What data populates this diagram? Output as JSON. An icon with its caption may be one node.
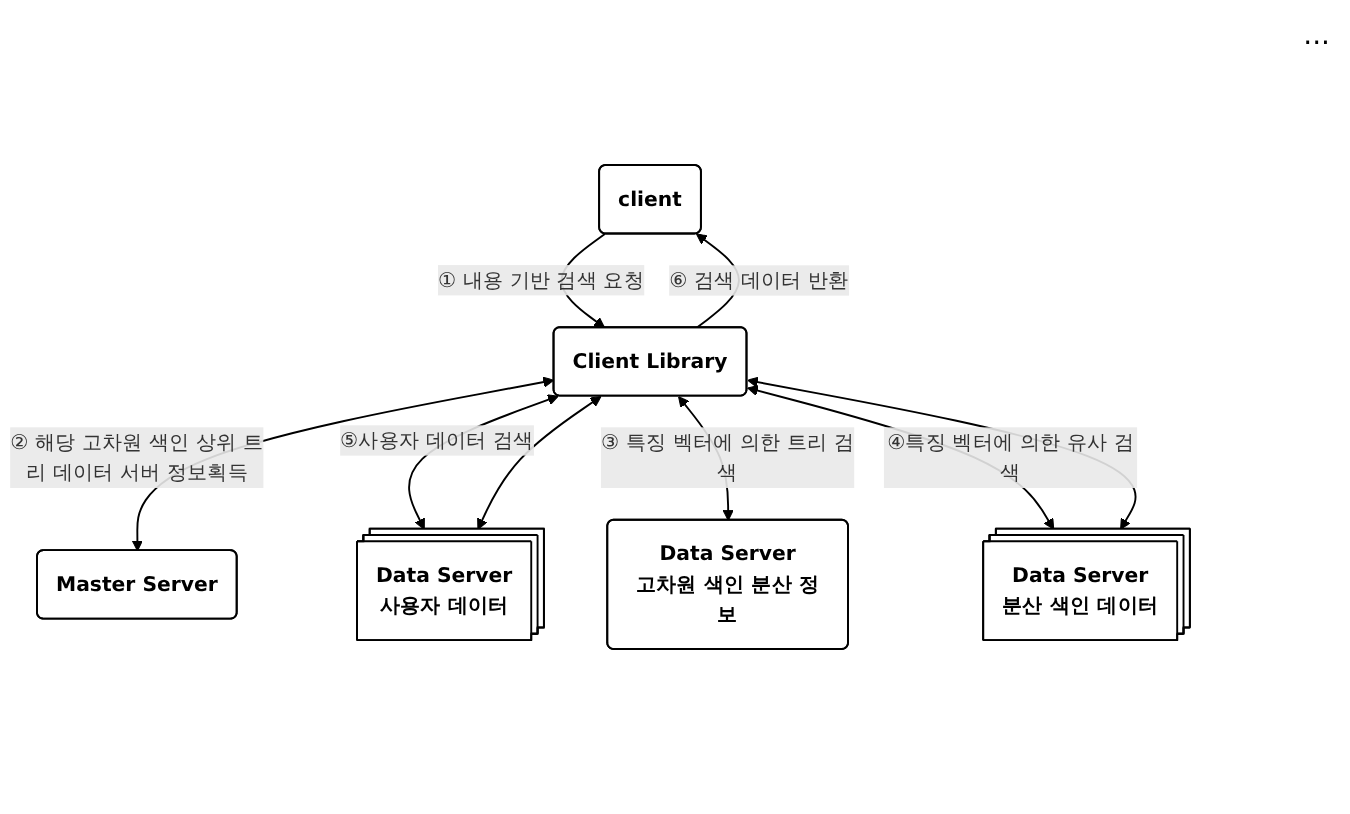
{
  "diagram": {
    "nodes": [
      {
        "text": [
          "client"
        ]
      },
      {
        "text": [
          "Client Library"
        ]
      },
      {
        "text": [
          "Master Server"
        ]
      },
      {
        "text": [
          "Data Server",
          "사용자 데이터"
        ]
      },
      {
        "text": [
          "Data Server",
          "고차원 색인 분산 정보"
        ]
      },
      {
        "text": [
          "Data Server",
          "분산 색인 데이터"
        ]
      }
    ],
    "edges": [
      {
        "from": 0,
        "to": 1,
        "arrow": "to",
        "label": "① 내용 기반 검색 요청"
      },
      {
        "from": 1,
        "to": 0,
        "arrow": "to",
        "label": "⑥ 검색 데이터 반환"
      },
      {
        "from": 1,
        "to": 2,
        "arrow": "both",
        "label": "② 해당 고차원 색인 상위 트리 데이터 서버 정보획득"
      },
      {
        "from": 1,
        "to": 3,
        "arrow": "both",
        "label": "⑤사용자 데이터 검색"
      },
      {
        "from": 1,
        "to": 3,
        "arrow": "both"
      },
      {
        "from": 1,
        "to": 4,
        "arrow": "both",
        "label": "③ 특징 벡터에 의한 트리 검색"
      },
      {
        "from": 1,
        "to": 5,
        "arrow": "both",
        "label": "④특징 벡터에 의한 유사 검색"
      },
      {
        "from": 1,
        "to": 5,
        "arrow": "both"
      }
    ],
    "labels": [
      "..."
    ]
  }
}
